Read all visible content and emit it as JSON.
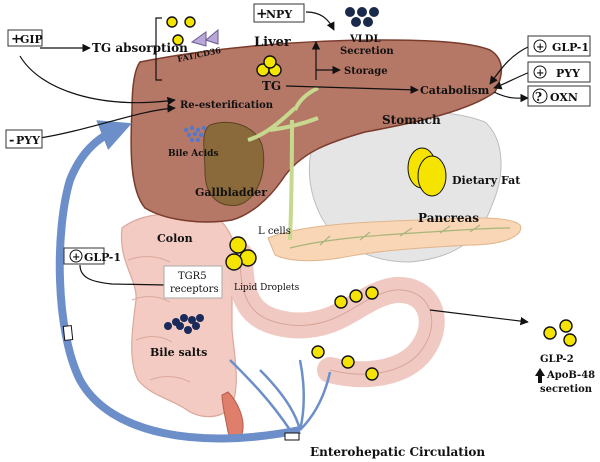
{
  "labels": {
    "gip": "GIP",
    "tg_absorption": "TG absorption",
    "fat_cd36": "FAT/CD36",
    "npy": "NPY",
    "vldl_1": "VLDL",
    "vldl_2": "Secretion",
    "liver": "Liver",
    "storage": "Storage",
    "tg": "TG",
    "catabolism": "Catabolism",
    "glp1_right": "GLP-1",
    "pyy_right": "PYY",
    "oxn": "OXN",
    "re_esterification": "Re-esterification",
    "pyy_left": "PYY",
    "bile_acids": "Bile Acids",
    "stomach": "Stomach",
    "gallbladder": "Gallbladder",
    "dietary_fat": "Dietary Fat",
    "colon": "Colon",
    "l_cells": "L cells",
    "pancreas": "Pancreas",
    "glp1_left": "GLP-1",
    "tgr5_1": "TGR5",
    "tgr5_2": "receptors",
    "lipid_droplets": "Lipid Droplets",
    "bile_salts": "Bile salts",
    "glp2": "GLP-2",
    "apob48": "ApoB-48",
    "secretion": "secretion",
    "enterohepatic": "Enterohepatic Circulation"
  },
  "signs": {
    "plus": "+",
    "minus": "-",
    "question": "?"
  },
  "colors": {
    "liver": "#b57766",
    "liver_dark": "#7a3b2d",
    "stomach": "#d9d9d9",
    "colon": "#f3cbc2",
    "pancreas": "#f7d3b2",
    "lipid": "#f5e400",
    "circulation_arrow": "#6d8fc9",
    "gallbladder": "#8a6a3a",
    "bile_duct": "#c7d98f"
  }
}
